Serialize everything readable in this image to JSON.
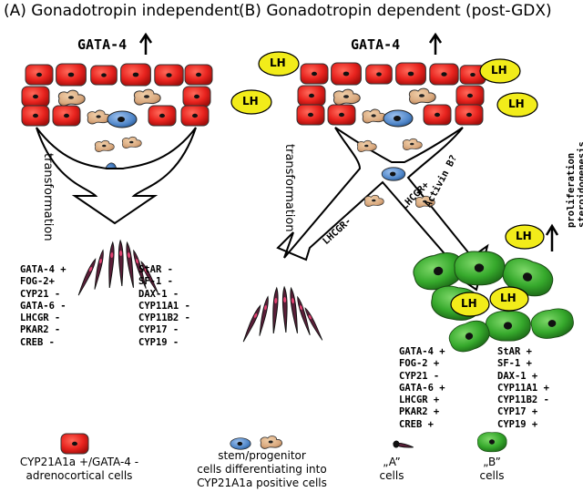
{
  "panels": {
    "a_title": "(A) Gonadotropin independent",
    "b_title": "(B) Gonadotropin dependent (post-GDX)"
  },
  "gata_a": "GATA-4",
  "gata_b": "GATA-4",
  "lh": "LH",
  "transformation_a": "transformation",
  "transformation_b": "transformation",
  "arrows": {
    "lhcgr_neg": "LHCGR-",
    "lhcgr_pos": "LHCGR+",
    "activin": "Activin B?"
  },
  "side_label": {
    "line1": "steroidogenesis",
    "line2": "proliferation"
  },
  "a_left_list": [
    "GATA-4 +",
    "FOG-2+",
    "CYP21 -",
    "GATA-6 -",
    "LHCGR -",
    "PKAR2 -",
    "CREB -"
  ],
  "a_right_list": [
    "StAR -",
    "SF-1 -",
    "DAX-1 -",
    "CYP11A1 -",
    "CYP11B2 -",
    "CYP17 -",
    "CYP19 -"
  ],
  "b_left_list": [
    "GATA-4 +",
    "FOG-2 +",
    "CYP21 -",
    "GATA-6 +",
    "LHCGR +",
    "PKAR2 +",
    "CREB +"
  ],
  "b_right_list": [
    "StAR +",
    "SF-1 +",
    "DAX-1 +",
    "CYP11A1 +",
    "CYP11B2 -",
    "CYP17 +",
    "CYP19 +"
  ],
  "legend": {
    "adreno_line1": "CYP21A1a +/GATA-4 -",
    "adreno_line2": "adrenocortical cells",
    "stem_line1": "stem/progenitor",
    "stem_line2": "cells differentiating into",
    "stem_line3": "CYP21A1a positive cells",
    "a_line1": "„A”",
    "a_line2": "cells",
    "b_line1": "„B”",
    "b_line2": "cells"
  },
  "colors": {
    "adrenocortical": "#e8231e",
    "progenitor_tan": "#d8a77c",
    "stem_blue": "#4f86c9",
    "b_cell_green": "#36a92c",
    "lh_yellow": "#f2ec1a",
    "a_cell": "#5a1e38"
  }
}
